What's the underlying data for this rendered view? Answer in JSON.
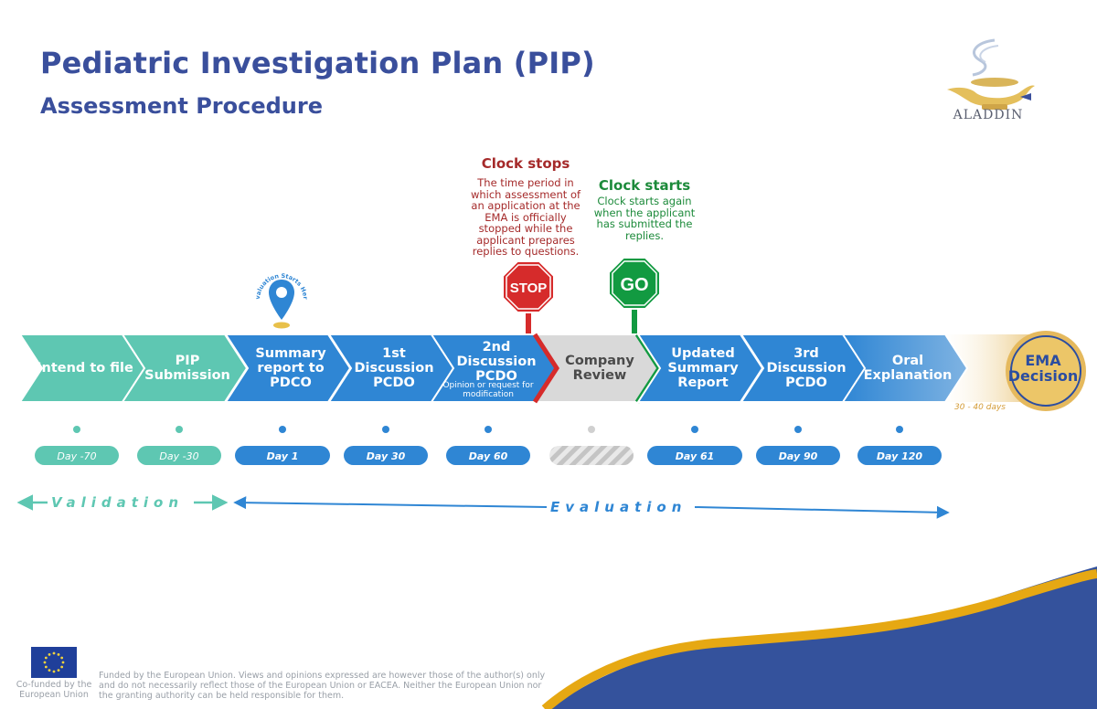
{
  "header": {
    "title": "Pediatric Investigation Plan (PIP)",
    "subtitle": "Assessment Procedure",
    "logo_text": "ALADDIN"
  },
  "notes": {
    "stop": {
      "title": "Clock stops",
      "body": "The time period in which assessment of an application at the EMA is officially stopped while the applicant prepares replies to questions.",
      "sign": "STOP"
    },
    "go": {
      "title": "Clock starts",
      "body": "Clock starts again when the applicant has submitted the replies.",
      "sign": "GO"
    }
  },
  "pin_label": "Evaluation Starts Here",
  "steps": [
    {
      "label": "Intend to file",
      "day": "Day -70",
      "phase": "validation"
    },
    {
      "label": "PIP Submission",
      "day": "Day -30",
      "phase": "validation"
    },
    {
      "label": "Summary report to PDCO",
      "day": "Day 1",
      "phase": "evaluation"
    },
    {
      "label": "1st Discussion PCDO",
      "day": "Day 30",
      "phase": "evaluation"
    },
    {
      "label": "2nd Discussion PCDO",
      "note": "Opinion or request for modification",
      "day": "Day 60",
      "phase": "evaluation"
    },
    {
      "label": "Company Review",
      "day": "",
      "phase": "clock-stop"
    },
    {
      "label": "Updated Summary Report",
      "day": "Day 61",
      "phase": "evaluation"
    },
    {
      "label": "3rd Discussion PCDO",
      "day": "Day 90",
      "phase": "evaluation"
    },
    {
      "label": "Oral Explanation",
      "day": "Day 120",
      "phase": "evaluation"
    }
  ],
  "final": {
    "label": "EMA Decision",
    "duration": "30 - 40 days"
  },
  "phases": {
    "validation": "Validation",
    "evaluation": "Evaluation"
  },
  "footer": {
    "cofunded": "Co-funded by the European Union",
    "disclaimer": "Funded by the European Union. Views and opinions expressed are however those of the author(s) only and do not necessarily reflect those of the European Union or EACEA. Neither the European Union nor the granting authority can be held responsible for them."
  },
  "colors": {
    "title": "#3a4f9c",
    "validation": "#5ec7b2",
    "evaluation": "#2f86d4",
    "company_review": "#d9d9d9",
    "stop": "#d62b2b",
    "go": "#129a41",
    "gold": "#e5b95d"
  }
}
